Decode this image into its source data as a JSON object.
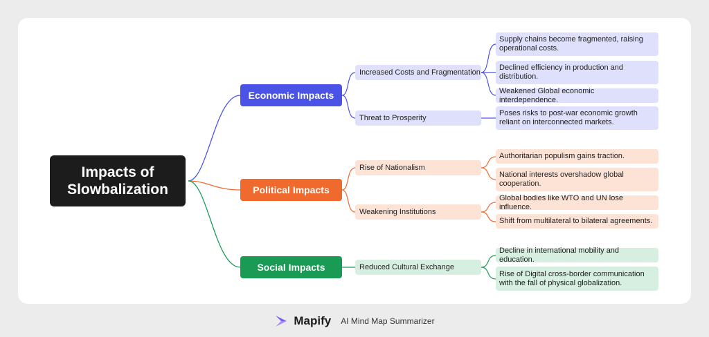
{
  "root": {
    "line1": "Impacts of",
    "line2": "Slowbalization"
  },
  "colors": {
    "economic": "#4b53e6",
    "political": "#f06a2e",
    "social": "#1a9b55"
  },
  "branches": [
    {
      "label": "Economic Impacts",
      "subs": [
        {
          "label": "Increased Costs and Fragmentation",
          "leaves": [
            "Supply chains become fragmented, raising operational costs.",
            "Declined efficiency in production and distribution.",
            "Weakened Global economic interdependence."
          ]
        },
        {
          "label": "Threat to Prosperity",
          "leaves": [
            "Poses risks to post-war economic growth reliant on interconnected markets."
          ]
        }
      ]
    },
    {
      "label": "Political Impacts",
      "subs": [
        {
          "label": "Rise of Nationalism",
          "leaves": [
            "Authoritarian populism gains traction.",
            "National interests overshadow global cooperation."
          ]
        },
        {
          "label": "Weakening Institutions",
          "leaves": [
            "Global bodies like WTO and UN lose influence.",
            "Shift from multilateral to bilateral agreements."
          ]
        }
      ]
    },
    {
      "label": "Social Impacts",
      "subs": [
        {
          "label": "Reduced Cultural Exchange",
          "leaves": [
            "Decline in international mobility and education.",
            "Rise of Digital cross-border communication with the fall of physical globalization."
          ]
        }
      ]
    }
  ],
  "footer": {
    "brand": "Mapify",
    "tagline": "AI Mind Map Summarizer",
    "logo_icon": "mapify-logo-icon"
  }
}
